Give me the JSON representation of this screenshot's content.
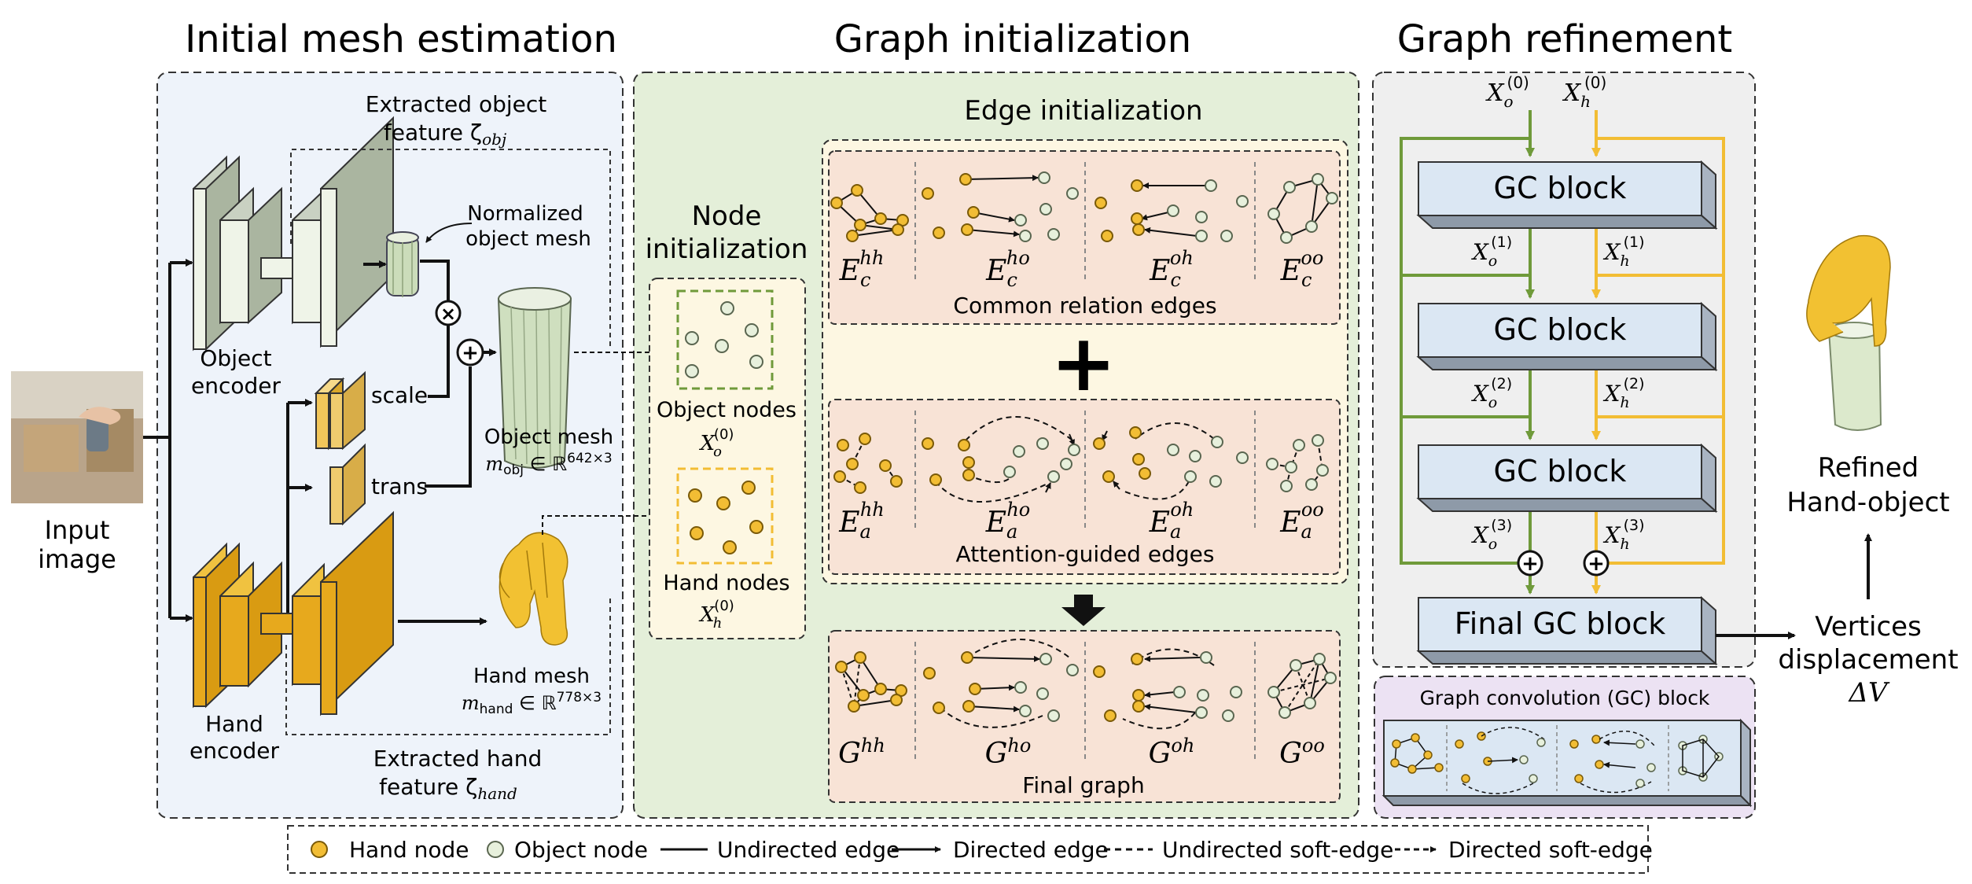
{
  "colors": {
    "hand": "#f2bd34",
    "hand_dark": "#c89510",
    "object": "#e7f0dc",
    "object_edge": "#6a7a5a",
    "green_line": "#6f9a3a",
    "yellow_line": "#f2bd34",
    "panel_blue": "#eef3fa",
    "panel_green": "#e4efd9",
    "panel_gray": "#efefef",
    "panel_purple": "#ece2f3",
    "edge_box": "#f8e3d6",
    "gc_block": "#dbe7f3"
  },
  "sections": {
    "initial_title": "Initial mesh estimation",
    "graph_init_title": "Graph initialization",
    "graph_refine_title": "Graph refinement"
  },
  "left": {
    "input_label_1": "Input",
    "input_label_2": "image",
    "object_encoder_1": "Object",
    "object_encoder_2": "encoder",
    "hand_encoder_1": "Hand",
    "hand_encoder_2": "encoder",
    "extracted_object_1": "Extracted object",
    "extracted_object_2": "feature ζ",
    "extracted_object_sub": "obj",
    "normalized_1": "Normalized",
    "normalized_2": "object mesh",
    "scale": "scale",
    "trans": "trans",
    "times": "×",
    "plus": "+",
    "object_mesh_label": "Object mesh",
    "object_mesh_math_m": "m",
    "object_mesh_math_sub": "obj",
    "object_mesh_math_rest": " ∈ ℝ",
    "object_mesh_math_sup": "642×3",
    "hand_mesh_label": "Hand mesh",
    "hand_mesh_math_m": "m",
    "hand_mesh_math_sub": "hand",
    "hand_mesh_math_rest": " ∈ ℝ",
    "hand_mesh_math_sup": "778×3",
    "extracted_hand_1": "Extracted hand",
    "extracted_hand_2": "feature ζ",
    "extracted_hand_sub": "hand"
  },
  "middle": {
    "node_init_1": "Node",
    "node_init_2": "initialization",
    "object_nodes": "Object nodes",
    "hand_nodes": "Hand nodes",
    "x_o0": "X",
    "x_o0_sub": "o",
    "x_o0_sup": "(0)",
    "x_h0_sub": "h",
    "edge_init_title": "Edge initialization",
    "common_edges": "Common relation edges",
    "attention_edges": "Attention-guided edges",
    "final_graph": "Final graph",
    "plus_sign": "+",
    "E": "E",
    "G": "G",
    "sub_c": "c",
    "sub_a": "a",
    "sup_hh": "hh",
    "sup_ho": "ho",
    "sup_oh": "oh",
    "sup_oo": "oo"
  },
  "right": {
    "x": "X",
    "sub_o": "o",
    "sub_h": "h",
    "sup0": "(0)",
    "sup1": "(1)",
    "sup2": "(2)",
    "sup3": "(3)",
    "gc_block": "GC block",
    "final_gc_block": "Final GC block",
    "gc_legend_title": "Graph convolution (GC) block",
    "refined_1": "Refined",
    "refined_2": "Hand-object",
    "vertices_1": "Vertices",
    "vertices_2": "displacement",
    "delta_v": "ΔV",
    "plus": "+"
  },
  "legend": {
    "hand_node": "Hand node",
    "object_node": "Object node",
    "undirected_edge": "Undirected edge",
    "directed_edge": "Directed edge",
    "undirected_soft_edge": "Undirected soft-edge",
    "directed_soft_edge": "Directed soft-edge"
  }
}
